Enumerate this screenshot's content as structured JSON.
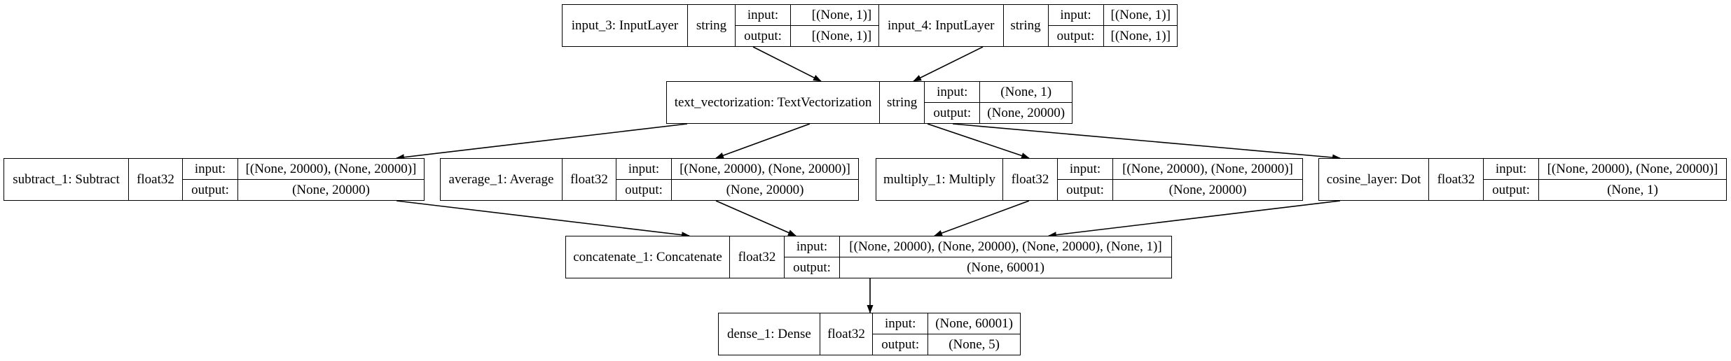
{
  "labels": {
    "input": "input:",
    "output": "output:"
  },
  "nodes": {
    "input_3": {
      "name": "input_3: InputLayer",
      "dtype": "string",
      "input": "[(None, 1)]",
      "output": "[(None, 1)]"
    },
    "input_4": {
      "name": "input_4: InputLayer",
      "dtype": "string",
      "input": "[(None, 1)]",
      "output": "[(None, 1)]"
    },
    "text_vectorization": {
      "name": "text_vectorization: TextVectorization",
      "dtype": "string",
      "input": "(None, 1)",
      "output": "(None, 20000)"
    },
    "subtract_1": {
      "name": "subtract_1: Subtract",
      "dtype": "float32",
      "input": "[(None, 20000), (None, 20000)]",
      "output": "(None, 20000)"
    },
    "average_1": {
      "name": "average_1: Average",
      "dtype": "float32",
      "input": "[(None, 20000), (None, 20000)]",
      "output": "(None, 20000)"
    },
    "multiply_1": {
      "name": "multiply_1: Multiply",
      "dtype": "float32",
      "input": "[(None, 20000), (None, 20000)]",
      "output": "(None, 20000)"
    },
    "cosine_layer": {
      "name": "cosine_layer: Dot",
      "dtype": "float32",
      "input": "[(None, 20000), (None, 20000)]",
      "output": "(None, 1)"
    },
    "concatenate_1": {
      "name": "concatenate_1: Concatenate",
      "dtype": "float32",
      "input": "[(None, 20000), (None, 20000), (None, 20000), (None, 1)]",
      "output": "(None, 60001)"
    },
    "dense_1": {
      "name": "dense_1: Dense",
      "dtype": "float32",
      "input": "(None, 60001)",
      "output": "(None, 5)"
    }
  },
  "edges": [
    [
      "input_3",
      "text_vectorization"
    ],
    [
      "input_4",
      "text_vectorization"
    ],
    [
      "text_vectorization",
      "subtract_1"
    ],
    [
      "text_vectorization",
      "average_1"
    ],
    [
      "text_vectorization",
      "multiply_1"
    ],
    [
      "text_vectorization",
      "cosine_layer"
    ],
    [
      "subtract_1",
      "concatenate_1"
    ],
    [
      "average_1",
      "concatenate_1"
    ],
    [
      "multiply_1",
      "concatenate_1"
    ],
    [
      "cosine_layer",
      "concatenate_1"
    ],
    [
      "concatenate_1",
      "dense_1"
    ]
  ]
}
